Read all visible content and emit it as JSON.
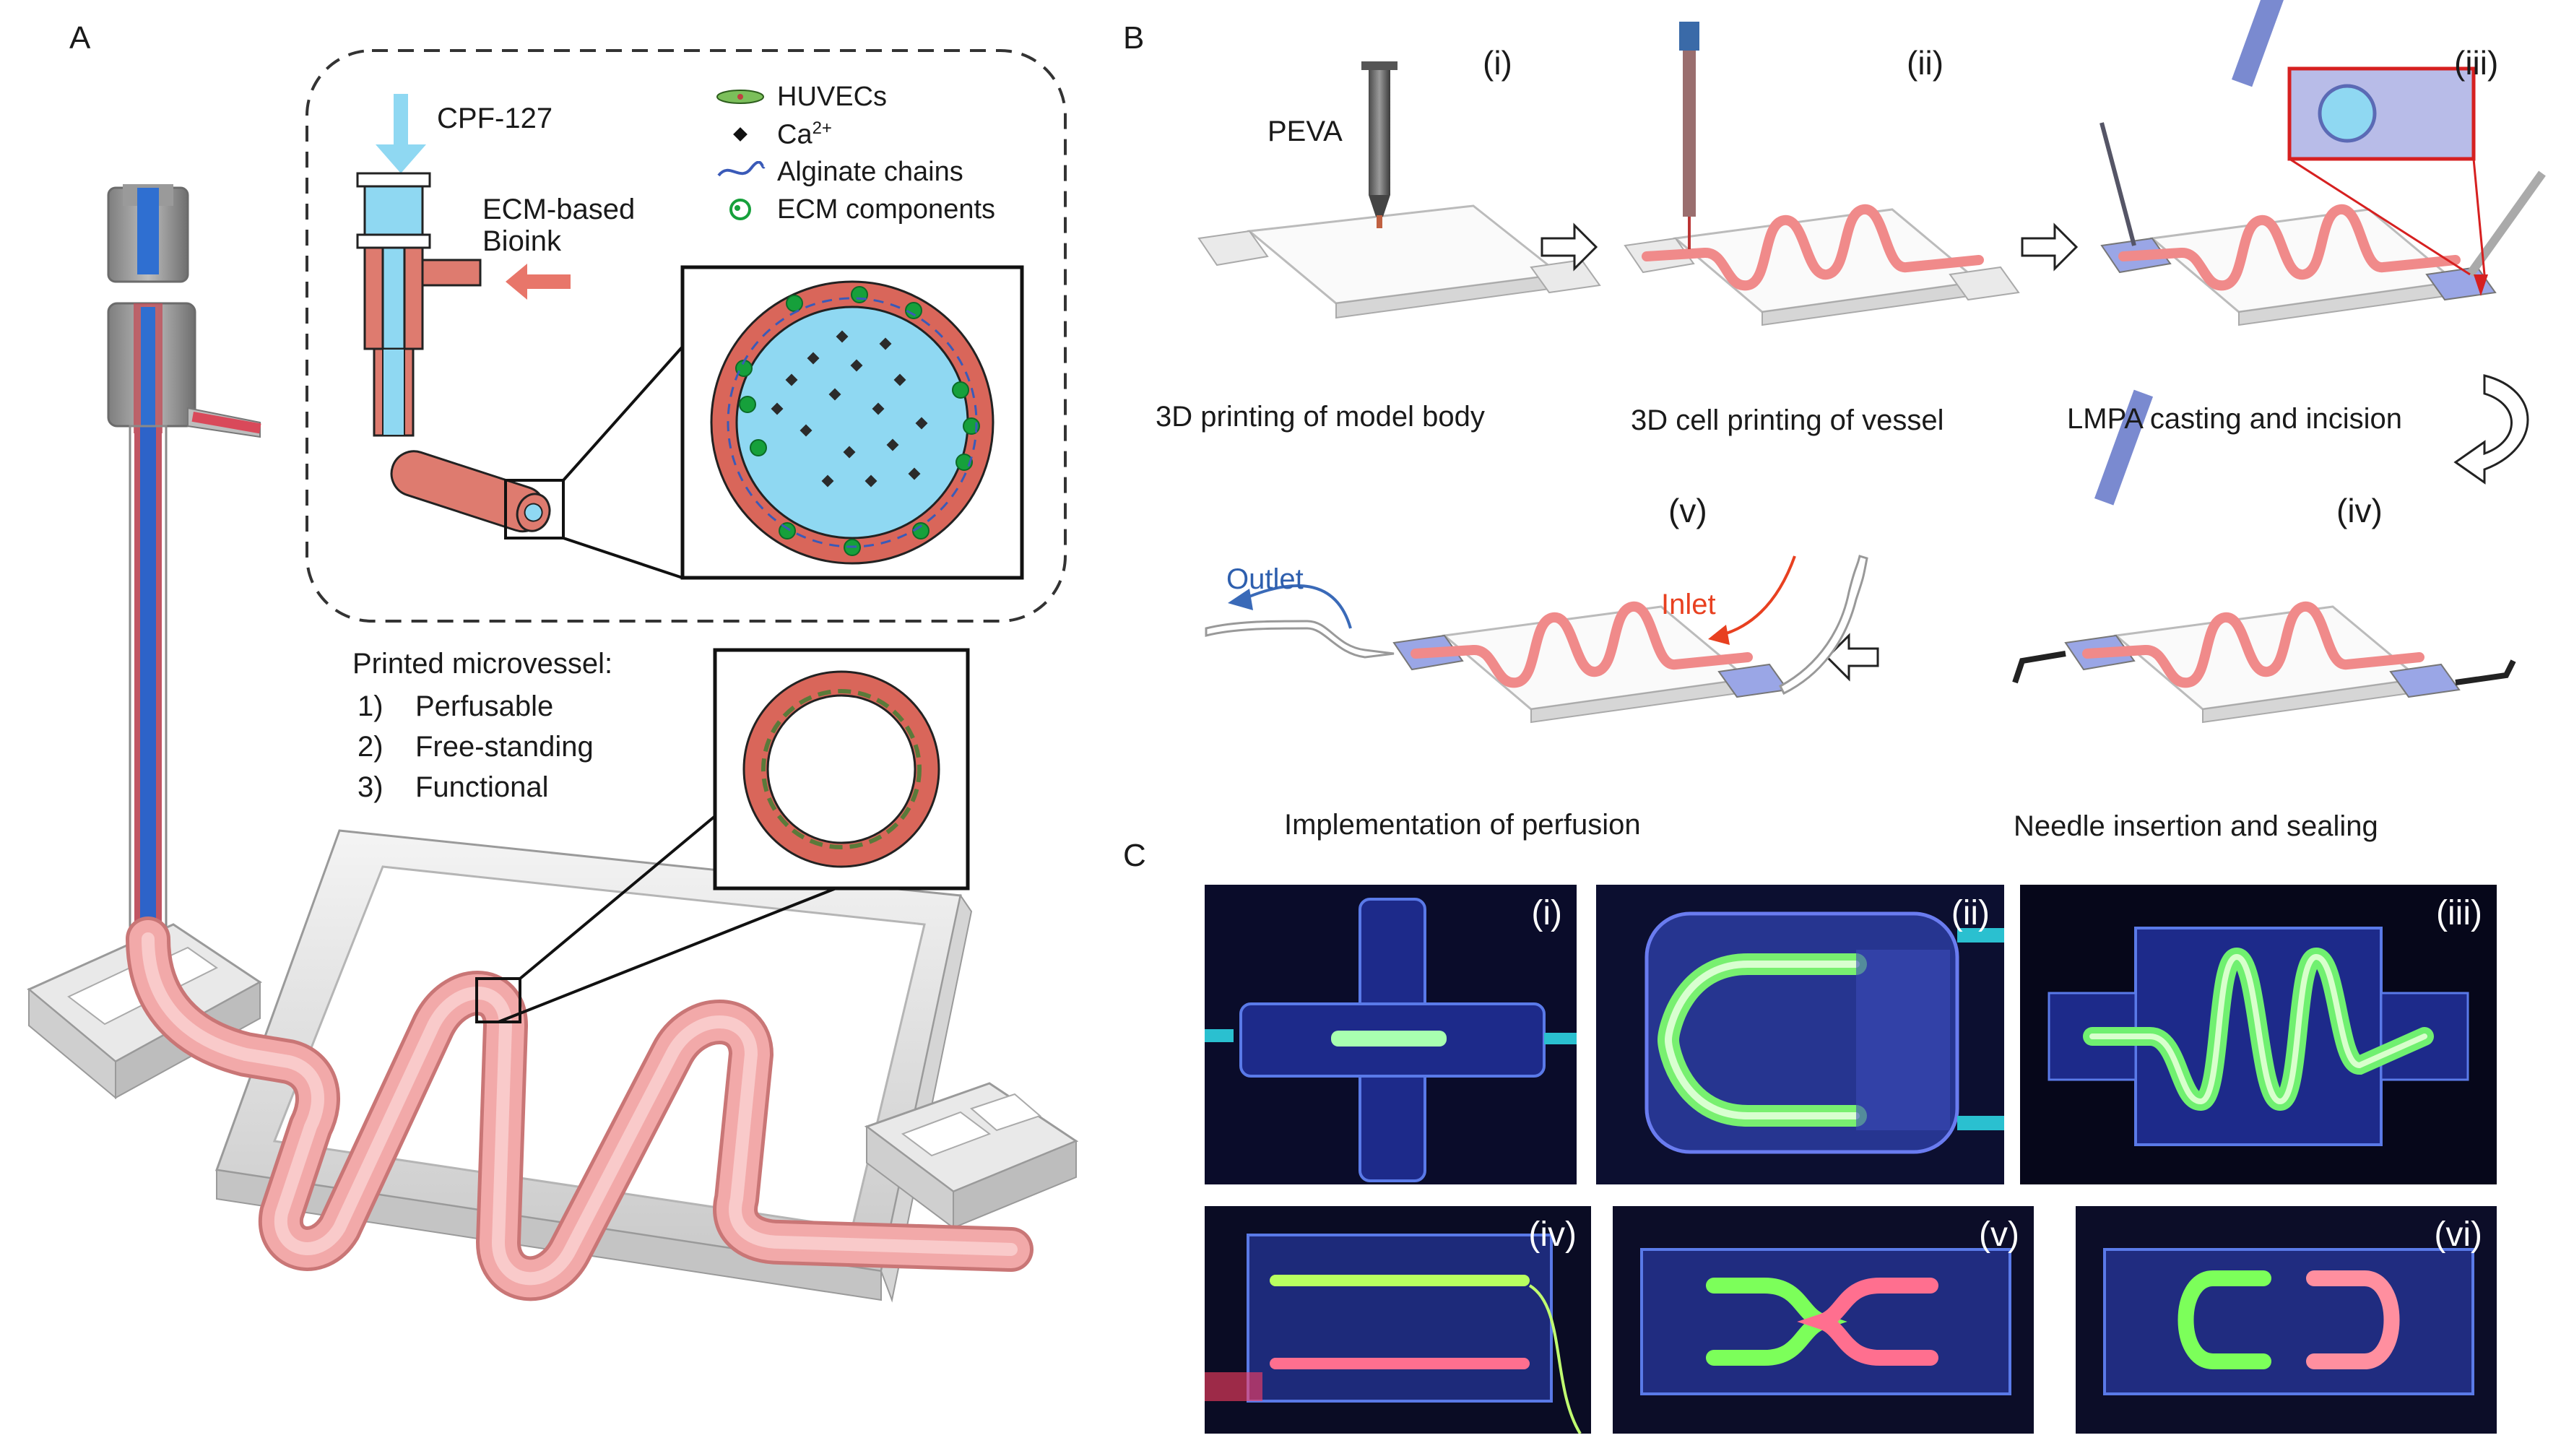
{
  "panel_a": {
    "letter": "A",
    "inset": {
      "feed_label": "CPF-127",
      "bioink_label_line1": "ECM-based",
      "bioink_label_line2": "Bioink",
      "legend": [
        {
          "label": "HUVECs",
          "icon": "huvec-cell-icon"
        },
        {
          "label": "Ca",
          "sup": "2+",
          "icon": "diamond-icon"
        },
        {
          "label": "Alginate chains",
          "icon": "wave-icon"
        },
        {
          "label": "ECM components",
          "icon": "ecm-icon"
        }
      ]
    },
    "microvessel": {
      "title": "Printed microvessel:",
      "items": [
        {
          "num": "1)",
          "text": "Perfusable"
        },
        {
          "num": "2)",
          "text": "Free-standing"
        },
        {
          "num": "3)",
          "text": "Functional"
        }
      ]
    }
  },
  "panel_b": {
    "letter": "B",
    "steps": [
      {
        "roman": "(i)",
        "caption": "3D printing of model body",
        "extra": "PEVA"
      },
      {
        "roman": "(ii)",
        "caption": "3D cell printing of vessel"
      },
      {
        "roman": "(iii)",
        "caption": "LMPA casting and incision"
      },
      {
        "roman": "(iv)",
        "caption": "Needle insertion and sealing"
      },
      {
        "roman": "(v)",
        "caption": "Implementation of perfusion",
        "outlet": "Outlet",
        "inlet": "Inlet"
      }
    ]
  },
  "panel_c": {
    "letter": "C",
    "photos": [
      "(i)",
      "(ii)",
      "(iii)",
      "(iv)",
      "(v)",
      "(vi)"
    ]
  },
  "colors": {
    "vessel_pink": "#f4a6a6",
    "vessel_red": "#d9665a",
    "lumen_blue": "#8fd8f2",
    "nozzle_blue": "#5ab4e8",
    "arrow_salmon": "#e8766a",
    "fluor_green": "#7cff5a",
    "fluor_pink": "#ff6f8f"
  }
}
